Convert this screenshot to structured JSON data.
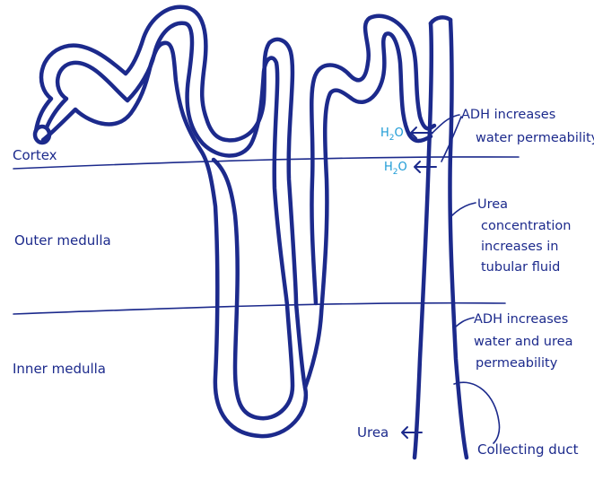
{
  "zones": {
    "cortex": "Cortex",
    "outer_medulla": "Outer medulla",
    "inner_medulla": "Inner medulla"
  },
  "annotations": {
    "adh_water": [
      "ADH increases",
      "water permeability"
    ],
    "urea_concentration": [
      "Urea",
      "concentration",
      "increases in",
      "tubular fluid"
    ],
    "adh_water_urea": [
      "ADH increases",
      "water and urea",
      "permeability"
    ],
    "urea_label": "Urea",
    "collecting_duct": "Collecting duct"
  },
  "molecules": {
    "water_main": "H",
    "water_sub": "2",
    "water_tail": "O"
  },
  "colors": {
    "ink": "#1c2a8c",
    "water": "#1d9bd6",
    "background": "#ffffff"
  }
}
